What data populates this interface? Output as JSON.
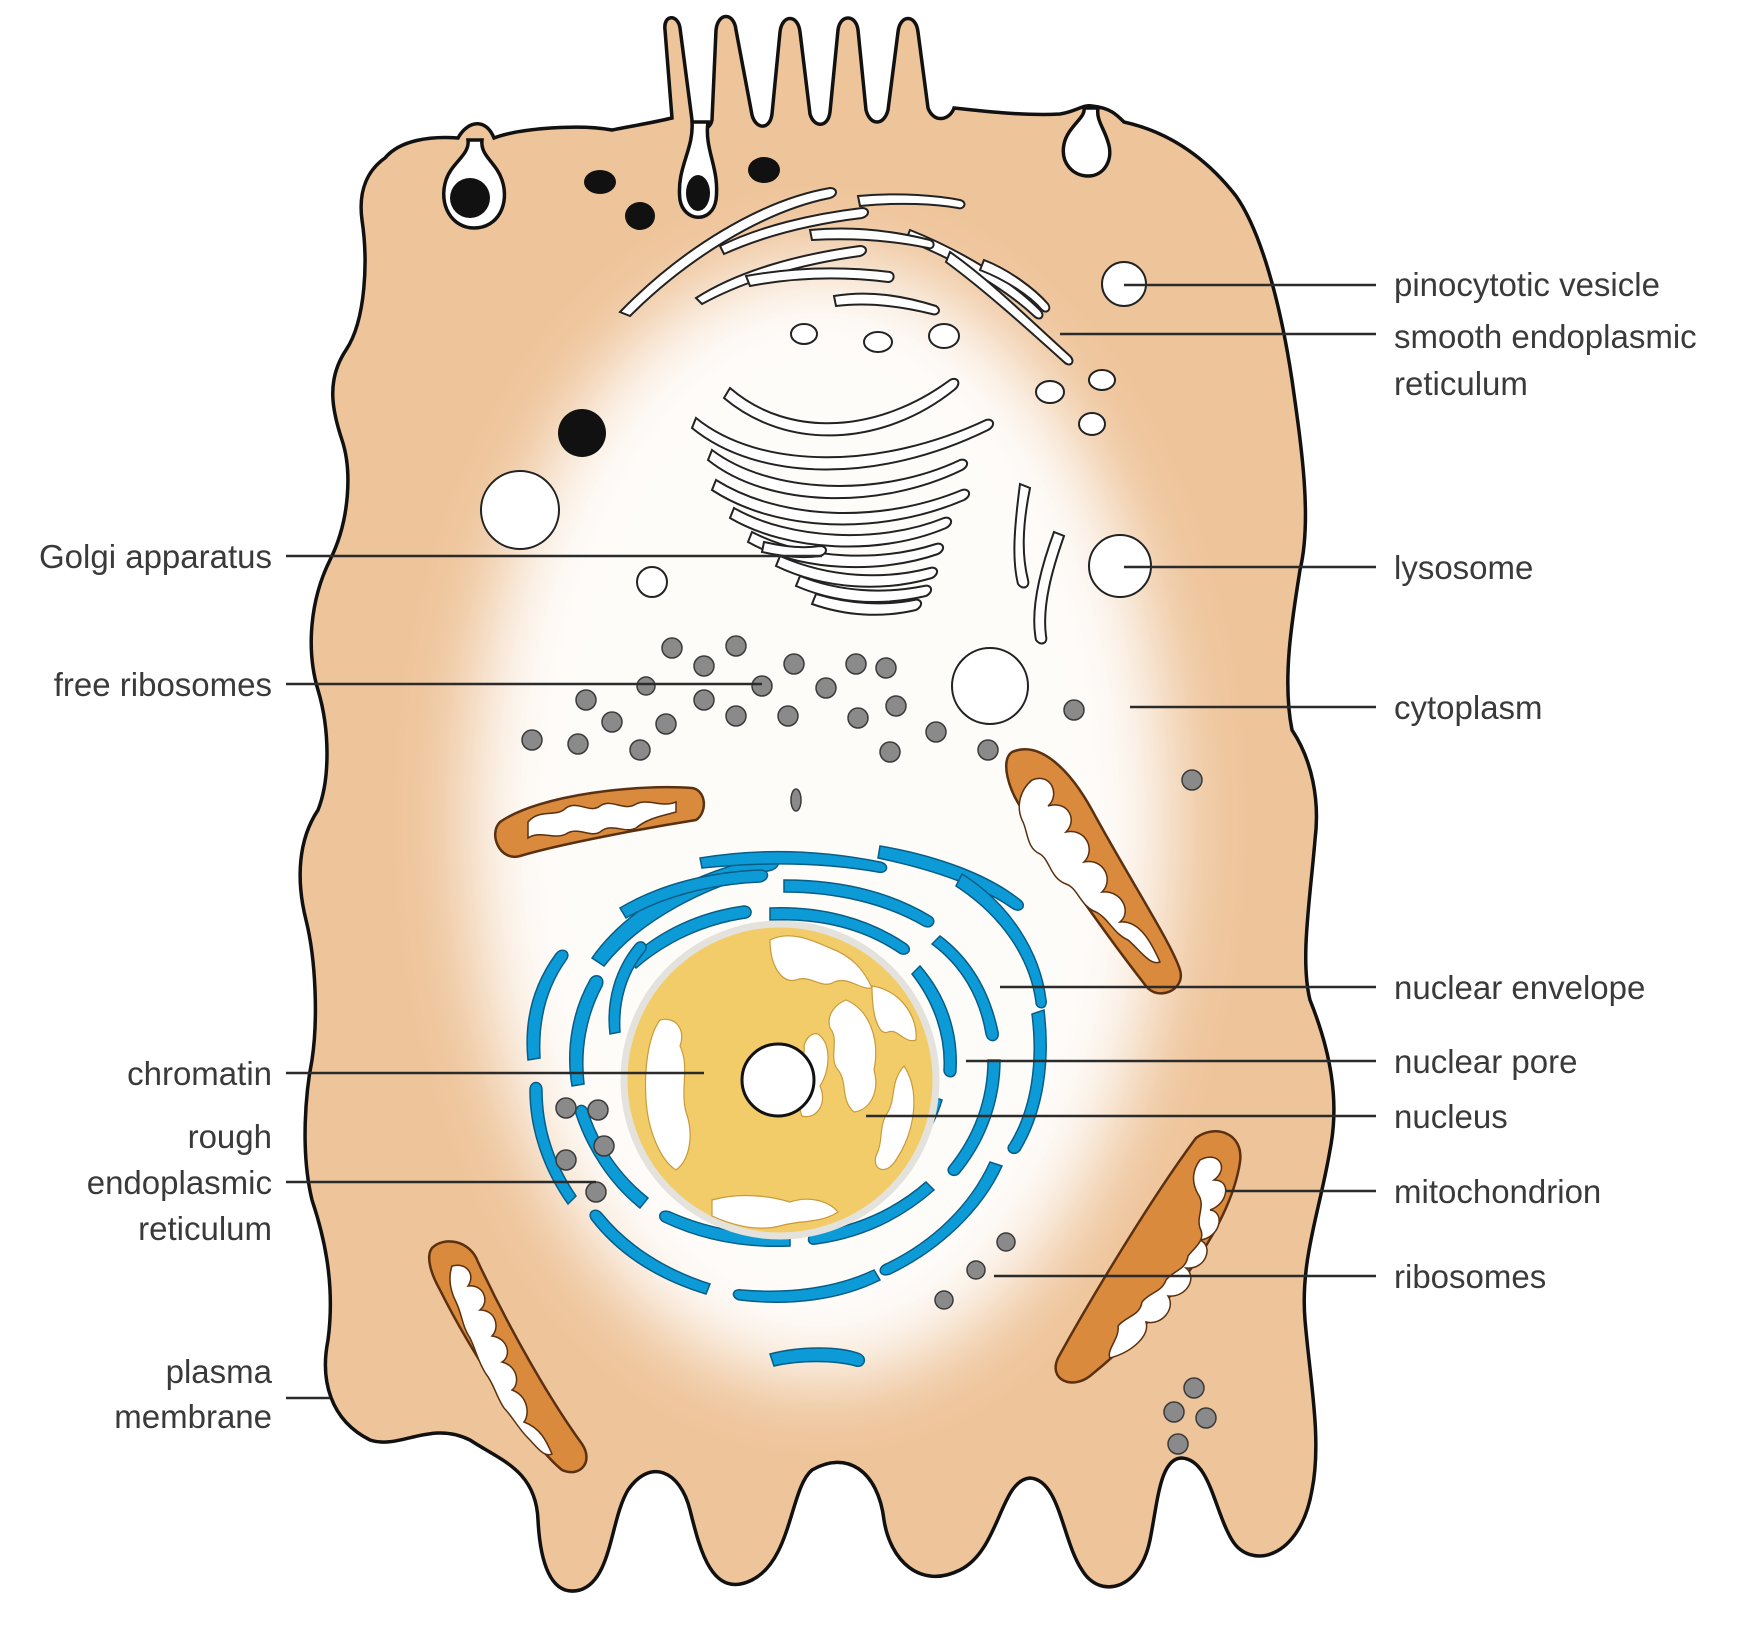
{
  "diagram": {
    "labels": {
      "pinocytotic_vesicle": "pinocytotic vesicle",
      "smooth_er_line1": "smooth endoplasmic",
      "smooth_er_line2": "reticulum",
      "golgi": "Golgi apparatus",
      "lysosome": "lysosome",
      "free_ribosomes": "free ribosomes",
      "cytoplasm": "cytoplasm",
      "nuclear_envelope": "nuclear envelope",
      "chromatin": "chromatin",
      "nuclear_pore": "nuclear pore",
      "nucleus": "nucleus",
      "rough_er_line1": "rough",
      "rough_er_line2": "endoplasmic",
      "rough_er_line3": "reticulum",
      "mitochondrion": "mitochondrion",
      "ribosomes": "ribosomes",
      "plasma_membrane_line1": "plasma",
      "plasma_membrane_line2": "membrane"
    },
    "colors": {
      "cytoplasm": "#eec49a",
      "cytoplasm_light": "#ffffff",
      "rough_er": "#0d9bd7",
      "nucleus": "#f3cc6a",
      "nucleus_ring": "#e4e2dc",
      "mitochondrion": "#d98a3c",
      "ribosome": "#8a8a8a",
      "outline": "#111111"
    }
  }
}
